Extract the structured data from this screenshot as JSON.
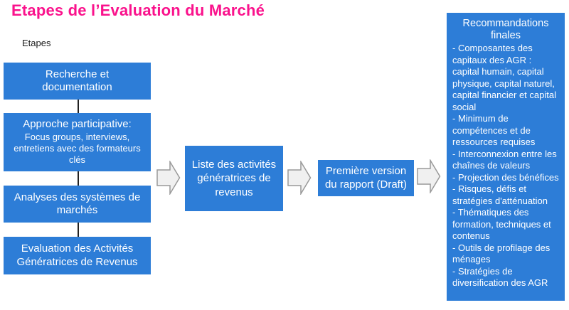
{
  "title": "Etapes de l’Evaluation du Marché",
  "column_label": "Etapes",
  "colors": {
    "title_pink": "#FA128C",
    "box_blue": "#2D7DD7",
    "arrow_fill": "#F0F0F0",
    "arrow_stroke": "#999999",
    "connector_black": "#212121"
  },
  "steps": [
    {
      "label": "Recherche et documentation"
    },
    {
      "label": "Approche participative:",
      "sublabel": "Focus groups, interviews, entretiens avec des formateurs clés"
    },
    {
      "label": "Analyses des systèmes de marchés"
    },
    {
      "label": "Evaluation des Activités Génératrices de Revenus"
    }
  ],
  "flow": [
    {
      "label": "Liste des activités génératrices de revenus"
    },
    {
      "label": "Première version du rapport (Draft)"
    }
  ],
  "recommendations": {
    "title": "Recommandations finales",
    "items": [
      "- Composantes des capitaux des AGR : capital humain, capital physique, capital naturel, capital financier et capital social",
      "- Minimum de compétences et de ressources requises",
      "- Interconnexion entre les chaînes de valeurs",
      "- Projection des bénéfices",
      "- Risques, défis et stratégies d'atténuation",
      "- Thématiques des formation, techniques et contenus",
      "- Outils de profilage des ménages",
      "- Stratégies de diversification des AGR"
    ]
  }
}
